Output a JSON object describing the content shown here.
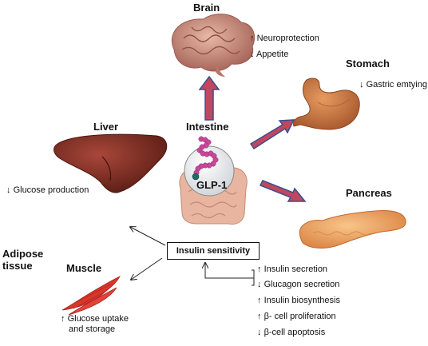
{
  "organs": {
    "brain": "Brain",
    "stomach": "Stomach",
    "intestine": "Intestine",
    "liver": "Liver",
    "pancreas": "Pancreas",
    "adipose_line1": "Adipose",
    "adipose_line2": "tissue",
    "muscle": "Muscle",
    "glp1": "GLP-1"
  },
  "effects": {
    "brain": [
      {
        "arrow": "↑",
        "text": "Neuroprotection"
      },
      {
        "arrow": "↓",
        "text": "Appetite"
      }
    ],
    "stomach": [
      {
        "arrow": "↓",
        "text": "Gastric emtying"
      }
    ],
    "liver": [
      {
        "arrow": "↓",
        "text": "Glucose  production"
      }
    ],
    "muscle": {
      "arrow": "↑",
      "line1": "Glucose uptake",
      "line2": "and storage"
    },
    "pancreas": [
      {
        "arrow": "↑",
        "text": "Insulin  secretion"
      },
      {
        "arrow": "↓",
        "text": "Glucagon secretion"
      },
      {
        "arrow": "↑",
        "text": "Insulin  biosynthesis"
      },
      {
        "arrow": "↑",
        "text": "β- cell proliferation"
      },
      {
        "arrow": "↓",
        "text": "β-cell apoptosis"
      }
    ]
  },
  "insulin_box": "Insulin sensitivity",
  "colors": {
    "arrow_fill": "#c0475f",
    "arrow_outline": "#3b4f8a",
    "glp1_chain": "#c8489a",
    "brain": "#c98a7a",
    "liver": "#7a2e22",
    "stomach": "#c9703c",
    "pancreas": "#f0a060",
    "muscle": "#d9362c"
  }
}
